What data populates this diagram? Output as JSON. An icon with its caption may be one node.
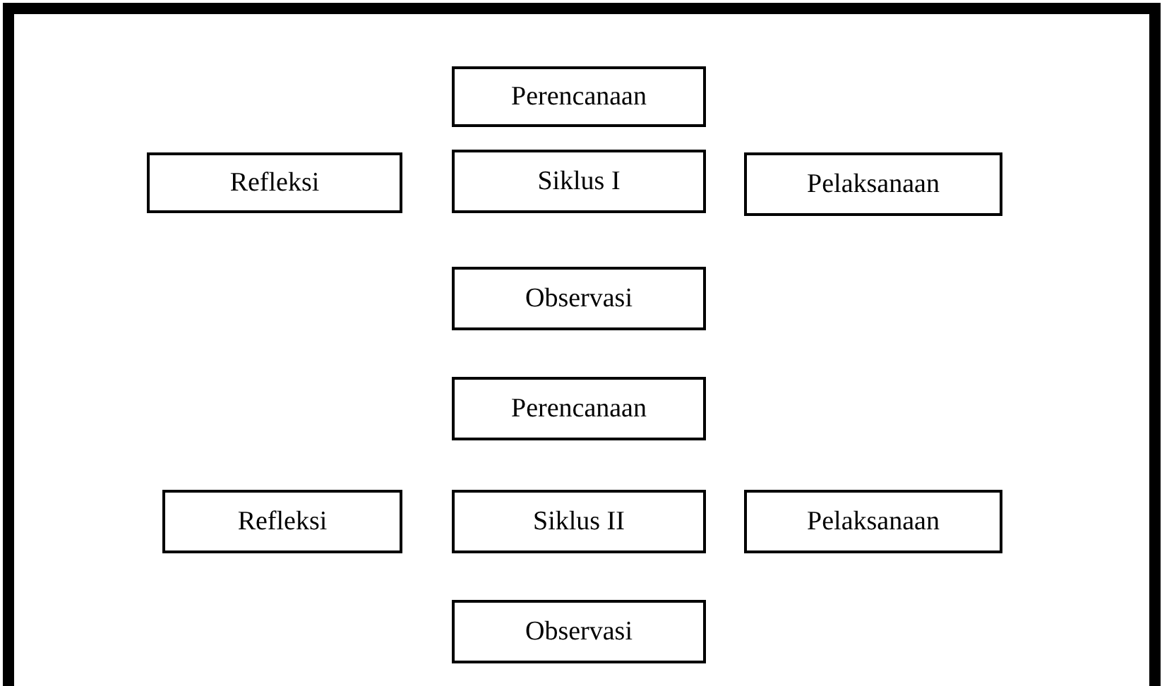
{
  "diagram": {
    "nodes": [
      {
        "text": [
          "Perencanaan"
        ]
      },
      {
        "text": [
          "Refleksi"
        ]
      },
      {
        "text": [
          "Siklus I"
        ]
      },
      {
        "text": [
          "Pelaksanaan"
        ]
      },
      {
        "text": [
          "Observasi"
        ]
      },
      {
        "text": [
          "Perencanaan"
        ]
      },
      {
        "text": [
          "Refleksi"
        ]
      },
      {
        "text": [
          "Siklus II"
        ]
      },
      {
        "text": [
          "Pelaksanaan"
        ]
      },
      {
        "text": [
          "Observasi"
        ]
      }
    ]
  }
}
